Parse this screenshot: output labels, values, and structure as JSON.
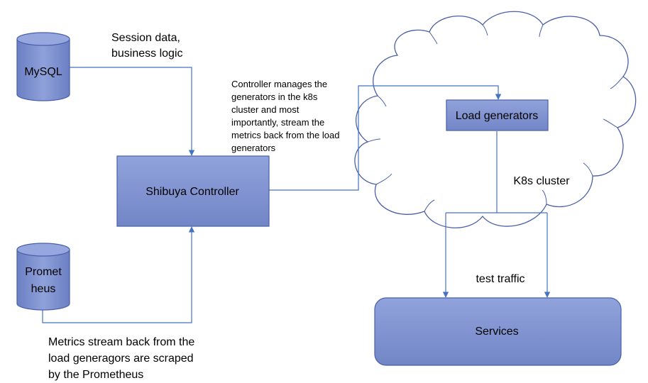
{
  "nodes": {
    "mysql": {
      "label": "MySQL",
      "kind": "database"
    },
    "prometheus": {
      "label_line1": "Promet",
      "label_line2": "heus",
      "kind": "database"
    },
    "controller": {
      "label": "Shibuya Controller",
      "kind": "box"
    },
    "load_generators": {
      "label": "Load generators",
      "kind": "box"
    },
    "k8s_cluster": {
      "label": "K8s cluster",
      "kind": "cloud"
    },
    "services": {
      "label": "Services",
      "kind": "rounded-box"
    }
  },
  "annotations": {
    "session": [
      "Session data,",
      "business logic"
    ],
    "controller_note": [
      "Controller manages the",
      "generators in the k8s",
      "cluster and most",
      "importantly, stream the",
      "metrics back from the load",
      "generators"
    ],
    "test_traffic": "test traffic",
    "metrics_note": [
      "Metrics stream back from the",
      "load generagors are scraped",
      "by the Prometheus"
    ]
  },
  "colors": {
    "node_fill": "#7c8fcf",
    "node_fill_top": "#8fa1da",
    "node_stroke": "#4a5fa8",
    "line": "#4472c4",
    "cloud_stroke": "#4a5fa8"
  }
}
